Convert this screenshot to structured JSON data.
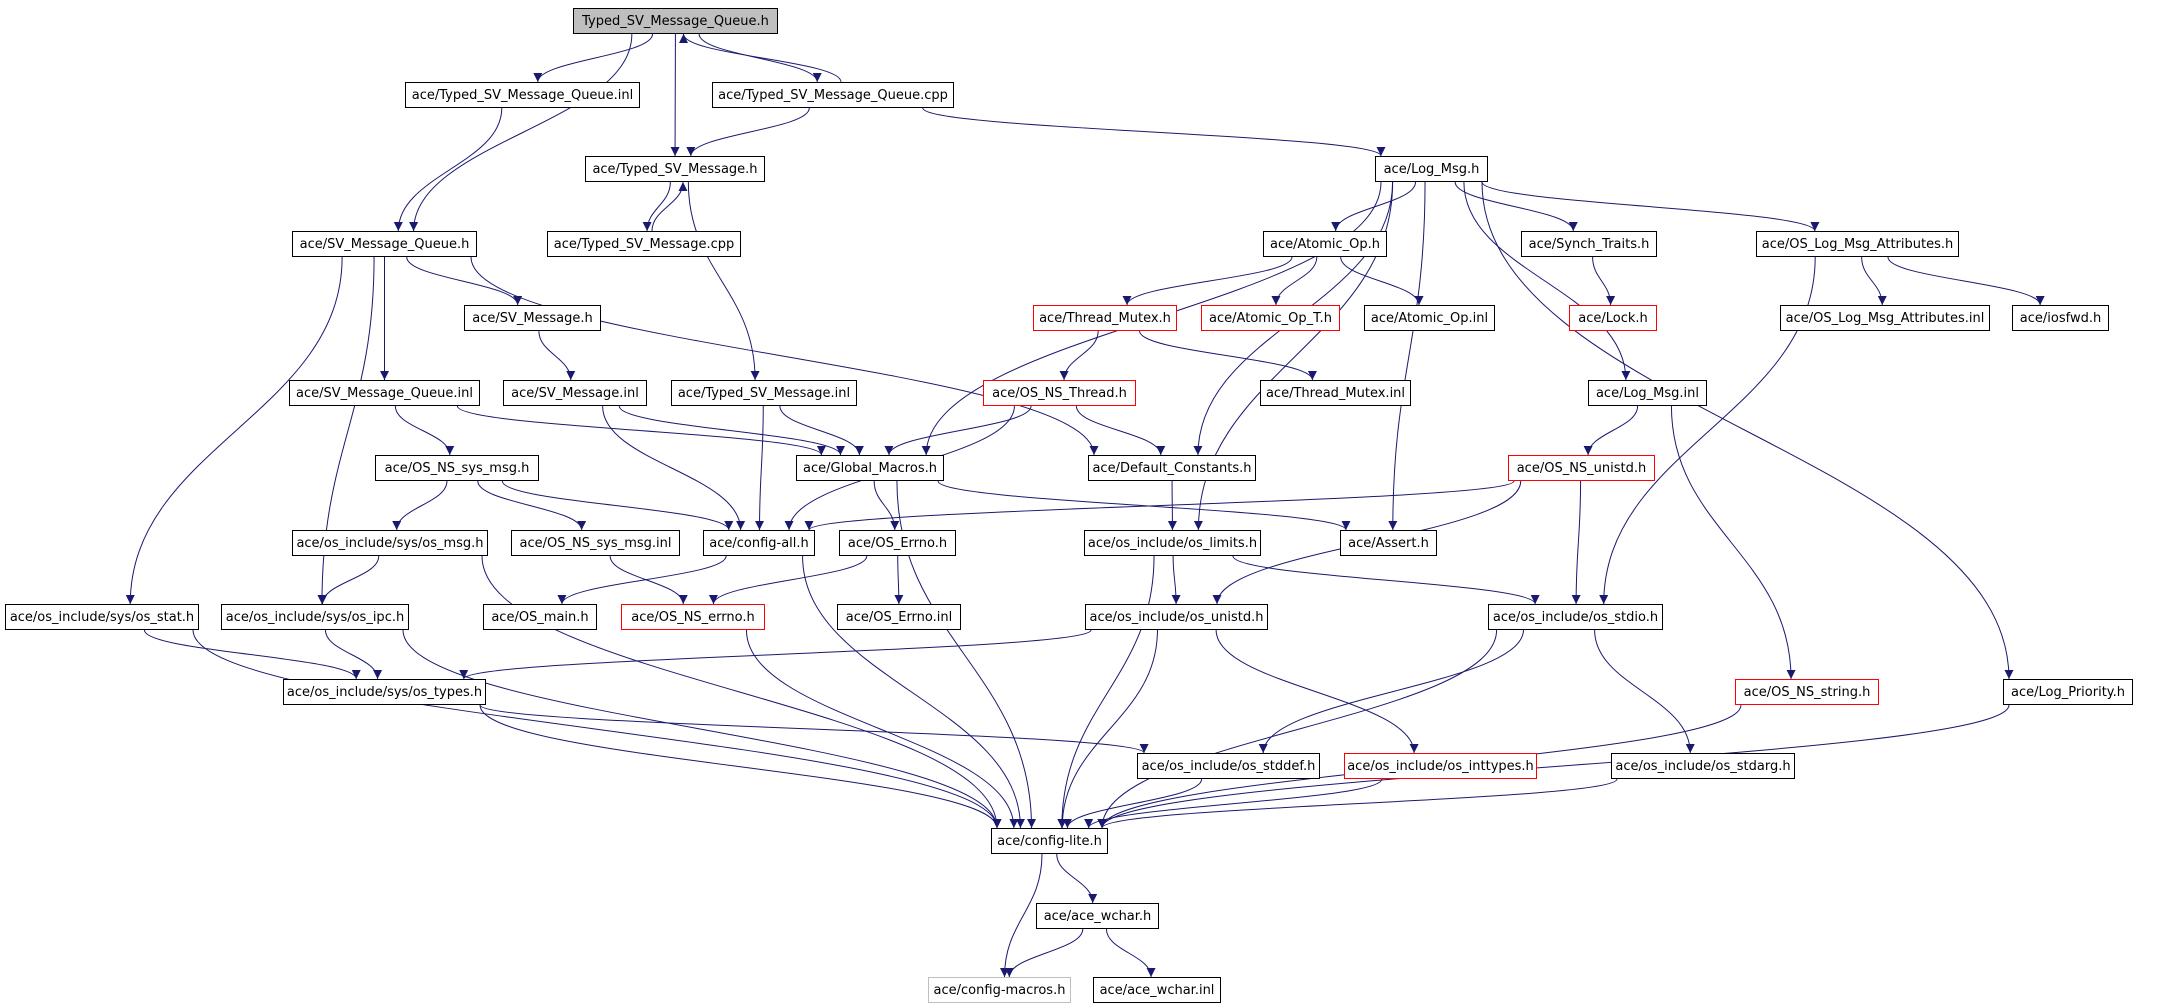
{
  "title": "Typed_SV_Message_Queue.h",
  "colors": {
    "edge": "#191970",
    "root_fill": "#bfbfbf",
    "node_border": "#000000",
    "missing_border": "#ff0000",
    "external_border": "#bfbfbf"
  },
  "nodes": [
    {
      "id": "n0",
      "label": "Typed_SV_Message_Queue.h",
      "style": "root"
    },
    {
      "id": "n1",
      "label": "ace/Typed_SV_Message_Queue.inl",
      "style": "normal"
    },
    {
      "id": "n2",
      "label": "ace/Typed_SV_Message_Queue.cpp",
      "style": "normal"
    },
    {
      "id": "n3",
      "label": "ace/Typed_SV_Message.h",
      "style": "normal"
    },
    {
      "id": "n4",
      "label": "ace/Typed_SV_Message.cpp",
      "style": "normal"
    },
    {
      "id": "n5",
      "label": "ace/SV_Message_Queue.h",
      "style": "normal"
    },
    {
      "id": "n6",
      "label": "ace/Log_Msg.h",
      "style": "normal"
    },
    {
      "id": "n7",
      "label": "ace/SV_Message.h",
      "style": "normal"
    },
    {
      "id": "n8",
      "label": "ace/SV_Message_Queue.inl",
      "style": "normal"
    },
    {
      "id": "n9",
      "label": "ace/SV_Message.inl",
      "style": "normal"
    },
    {
      "id": "n10",
      "label": "ace/Typed_SV_Message.inl",
      "style": "normal"
    },
    {
      "id": "n11",
      "label": "ace/OS_NS_sys_msg.h",
      "style": "normal"
    },
    {
      "id": "n12",
      "label": "ace/Global_Macros.h",
      "style": "normal"
    },
    {
      "id": "n13",
      "label": "ace/os_include/sys/os_msg.h",
      "style": "normal"
    },
    {
      "id": "n14",
      "label": "ace/OS_NS_sys_msg.inl",
      "style": "normal"
    },
    {
      "id": "n15",
      "label": "ace/config-all.h",
      "style": "normal"
    },
    {
      "id": "n16",
      "label": "ace/OS_Errno.h",
      "style": "normal"
    },
    {
      "id": "n17",
      "label": "ace/os_include/sys/os_stat.h",
      "style": "normal"
    },
    {
      "id": "n18",
      "label": "ace/os_include/sys/os_ipc.h",
      "style": "normal"
    },
    {
      "id": "n19",
      "label": "ace/OS_main.h",
      "style": "normal"
    },
    {
      "id": "n20",
      "label": "ace/OS_NS_errno.h",
      "style": "missing"
    },
    {
      "id": "n21",
      "label": "ace/OS_Errno.inl",
      "style": "normal"
    },
    {
      "id": "n22",
      "label": "ace/os_include/sys/os_types.h",
      "style": "normal"
    },
    {
      "id": "n23",
      "label": "ace/Atomic_Op.h",
      "style": "normal"
    },
    {
      "id": "n24",
      "label": "ace/Synch_Traits.h",
      "style": "normal"
    },
    {
      "id": "n25",
      "label": "ace/OS_Log_Msg_Attributes.h",
      "style": "normal"
    },
    {
      "id": "n26",
      "label": "ace/Thread_Mutex.h",
      "style": "missing"
    },
    {
      "id": "n27",
      "label": "ace/Atomic_Op_T.h",
      "style": "missing"
    },
    {
      "id": "n28",
      "label": "ace/Atomic_Op.inl",
      "style": "normal"
    },
    {
      "id": "n29",
      "label": "ace/Lock.h",
      "style": "missing"
    },
    {
      "id": "n30",
      "label": "ace/OS_Log_Msg_Attributes.inl",
      "style": "normal"
    },
    {
      "id": "n31",
      "label": "ace/iosfwd.h",
      "style": "normal"
    },
    {
      "id": "n32",
      "label": "ace/OS_NS_Thread.h",
      "style": "missing"
    },
    {
      "id": "n33",
      "label": "ace/Thread_Mutex.inl",
      "style": "normal"
    },
    {
      "id": "n34",
      "label": "ace/Log_Msg.inl",
      "style": "normal"
    },
    {
      "id": "n35",
      "label": "ace/Default_Constants.h",
      "style": "normal"
    },
    {
      "id": "n36",
      "label": "ace/OS_NS_unistd.h",
      "style": "missing"
    },
    {
      "id": "n37",
      "label": "ace/os_include/os_limits.h",
      "style": "normal"
    },
    {
      "id": "n38",
      "label": "ace/Assert.h",
      "style": "normal"
    },
    {
      "id": "n39",
      "label": "ace/os_include/os_unistd.h",
      "style": "normal"
    },
    {
      "id": "n40",
      "label": "ace/os_include/os_stdio.h",
      "style": "normal"
    },
    {
      "id": "n41",
      "label": "ace/OS_NS_string.h",
      "style": "missing"
    },
    {
      "id": "n42",
      "label": "ace/Log_Priority.h",
      "style": "normal"
    },
    {
      "id": "n43",
      "label": "ace/os_include/os_stddef.h",
      "style": "normal"
    },
    {
      "id": "n44",
      "label": "ace/os_include/os_inttypes.h",
      "style": "missing"
    },
    {
      "id": "n45",
      "label": "ace/os_include/os_stdarg.h",
      "style": "normal"
    },
    {
      "id": "n46",
      "label": "ace/config-lite.h",
      "style": "normal"
    },
    {
      "id": "n47",
      "label": "ace/ace_wchar.h",
      "style": "normal"
    },
    {
      "id": "n48",
      "label": "ace/config-macros.h",
      "style": "external"
    },
    {
      "id": "n49",
      "label": "ace/ace_wchar.inl",
      "style": "normal"
    }
  ],
  "edges": [
    [
      "n0",
      "n1"
    ],
    [
      "n0",
      "n2"
    ],
    [
      "n0",
      "n3"
    ],
    [
      "n0",
      "n5"
    ],
    [
      "n2",
      "n0"
    ],
    [
      "n1",
      "n5"
    ],
    [
      "n2",
      "n3"
    ],
    [
      "n2",
      "n6"
    ],
    [
      "n3",
      "n4"
    ],
    [
      "n4",
      "n3"
    ],
    [
      "n3",
      "n10"
    ],
    [
      "n5",
      "n7"
    ],
    [
      "n5",
      "n8"
    ],
    [
      "n5",
      "n17"
    ],
    [
      "n5",
      "n18"
    ],
    [
      "n5",
      "n35"
    ],
    [
      "n7",
      "n9"
    ],
    [
      "n8",
      "n11"
    ],
    [
      "n8",
      "n12"
    ],
    [
      "n9",
      "n12"
    ],
    [
      "n9",
      "n15"
    ],
    [
      "n10",
      "n12"
    ],
    [
      "n10",
      "n15"
    ],
    [
      "n11",
      "n13"
    ],
    [
      "n11",
      "n14"
    ],
    [
      "n11",
      "n15"
    ],
    [
      "n13",
      "n18"
    ],
    [
      "n13",
      "n46"
    ],
    [
      "n14",
      "n20"
    ],
    [
      "n12",
      "n16"
    ],
    [
      "n12",
      "n38"
    ],
    [
      "n12",
      "n46"
    ],
    [
      "n15",
      "n19"
    ],
    [
      "n15",
      "n46"
    ],
    [
      "n16",
      "n20"
    ],
    [
      "n16",
      "n21"
    ],
    [
      "n17",
      "n22"
    ],
    [
      "n17",
      "n46"
    ],
    [
      "n18",
      "n22"
    ],
    [
      "n18",
      "n46"
    ],
    [
      "n20",
      "n46"
    ],
    [
      "n22",
      "n43"
    ],
    [
      "n22",
      "n46"
    ],
    [
      "n6",
      "n12"
    ],
    [
      "n6",
      "n23"
    ],
    [
      "n6",
      "n24"
    ],
    [
      "n6",
      "n25"
    ],
    [
      "n6",
      "n34"
    ],
    [
      "n6",
      "n38"
    ],
    [
      "n6",
      "n37"
    ],
    [
      "n6",
      "n35"
    ],
    [
      "n6",
      "n42"
    ],
    [
      "n23",
      "n26"
    ],
    [
      "n23",
      "n27"
    ],
    [
      "n23",
      "n28"
    ],
    [
      "n24",
      "n29"
    ],
    [
      "n25",
      "n30"
    ],
    [
      "n25",
      "n31"
    ],
    [
      "n25",
      "n40"
    ],
    [
      "n26",
      "n32"
    ],
    [
      "n26",
      "n33"
    ],
    [
      "n32",
      "n12"
    ],
    [
      "n32",
      "n15"
    ],
    [
      "n32",
      "n35"
    ],
    [
      "n34",
      "n36"
    ],
    [
      "n34",
      "n41"
    ],
    [
      "n35",
      "n37"
    ],
    [
      "n36",
      "n15"
    ],
    [
      "n36",
      "n39"
    ],
    [
      "n36",
      "n40"
    ],
    [
      "n37",
      "n39"
    ],
    [
      "n37",
      "n40"
    ],
    [
      "n37",
      "n46"
    ],
    [
      "n39",
      "n22"
    ],
    [
      "n39",
      "n44"
    ],
    [
      "n39",
      "n46"
    ],
    [
      "n40",
      "n43"
    ],
    [
      "n40",
      "n45"
    ],
    [
      "n40",
      "n46"
    ],
    [
      "n41",
      "n46"
    ],
    [
      "n42",
      "n46"
    ],
    [
      "n43",
      "n46"
    ],
    [
      "n44",
      "n46"
    ],
    [
      "n45",
      "n46"
    ],
    [
      "n46",
      "n47"
    ],
    [
      "n46",
      "n48"
    ],
    [
      "n47",
      "n48"
    ],
    [
      "n47",
      "n49"
    ]
  ]
}
